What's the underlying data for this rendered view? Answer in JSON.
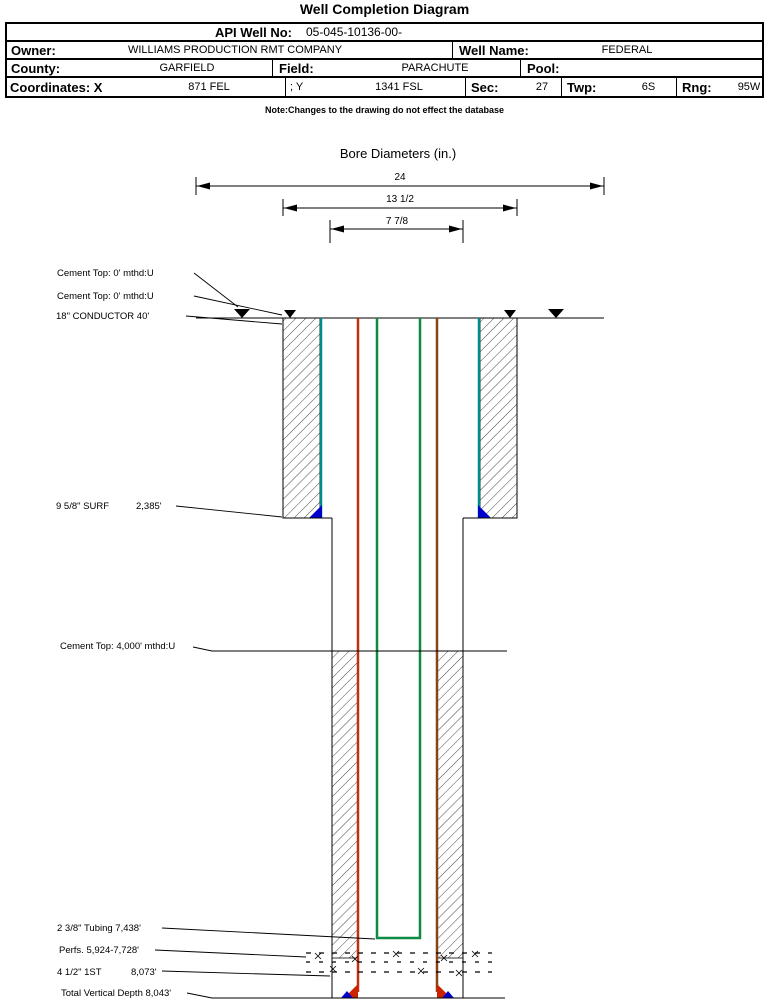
{
  "title": "Well Completion Diagram",
  "header": {
    "api": {
      "label": "API Well No:",
      "value": "05-045-10136-00-"
    },
    "owner": {
      "label": "Owner:",
      "value": "WILLIAMS PRODUCTION RMT COMPANY"
    },
    "well_name": {
      "label": "Well Name:",
      "value": "FEDERAL"
    },
    "county": {
      "label": "County:",
      "value": "GARFIELD"
    },
    "field": {
      "label": "Field:",
      "value": "PARACHUTE"
    },
    "pool": {
      "label": "Pool:",
      "value": ""
    },
    "coordinates": {
      "label": "Coordinates: X",
      "x_value": "871 FEL",
      "y_label": "; Y",
      "y_value": "1341 FSL"
    },
    "sec": {
      "label": "Sec:",
      "value": "27"
    },
    "twp": {
      "label": "Twp:",
      "value": "6S"
    },
    "rng": {
      "label": "Rng:",
      "value": "95W"
    },
    "note": "Note:Changes to the drawing do not effect the database"
  },
  "diagram": {
    "title": "Bore Diameters (in.)",
    "bore_dims": {
      "outer": "24",
      "middle": "13 1/2",
      "inner": "7 7/8"
    },
    "annotations": {
      "cement_top_conductor": "Cement Top: 0' mthd:U",
      "cement_top_surface": "Cement Top: 0' mthd:U",
      "conductor": "18\" CONDUCTOR  40'",
      "surface_casing": "9 5/8\" SURF",
      "surface_casing_depth": "2,385'",
      "cement_top_production": "Cement Top: 4,000' mthd:U",
      "tubing": "2 3/8\" Tubing 7,438'",
      "perfs": "Perfs. 5,924-7,728'",
      "production_casing": "4 1/2\" 1ST",
      "production_casing_depth": "8,073'",
      "tvd": "Total Vertical Depth 8,043'"
    },
    "colors": {
      "surface_casing": "#008B8B",
      "production_casing_left": "#C03010",
      "production_casing_right": "#8B4513",
      "tubing": "#0E8A45",
      "shoe_marker": "#0000CD",
      "bottom_marker": "#CC2200"
    }
  }
}
